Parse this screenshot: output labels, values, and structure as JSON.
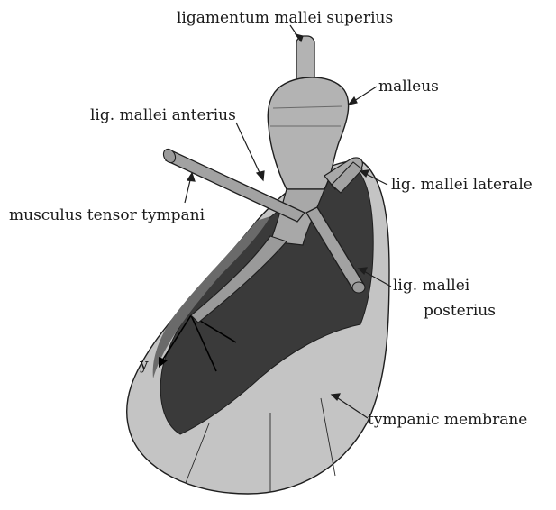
{
  "labels": {
    "lig_mallei_superius": "ligamentum mallei superius",
    "malleus": "malleus",
    "lig_mallei_anterius": "lig. mallei anterius",
    "lig_mallei_laterale": "lig. mallei laterale",
    "musculus_tensor_tympani": "musculus tensor tympani",
    "lig_mallei_posterius_line1": "lig. mallei",
    "lig_mallei_posterius_line2": "posterius",
    "axis_y": "y",
    "tympanic_membrane": "tympanic membrane"
  },
  "colors": {
    "membrane_light": "#c4c4c4",
    "membrane_dark": "#3a3a3a",
    "membrane_mid": "#5c5c5c",
    "bone": "#b3b3b3",
    "outline": "#1e1e1e"
  }
}
